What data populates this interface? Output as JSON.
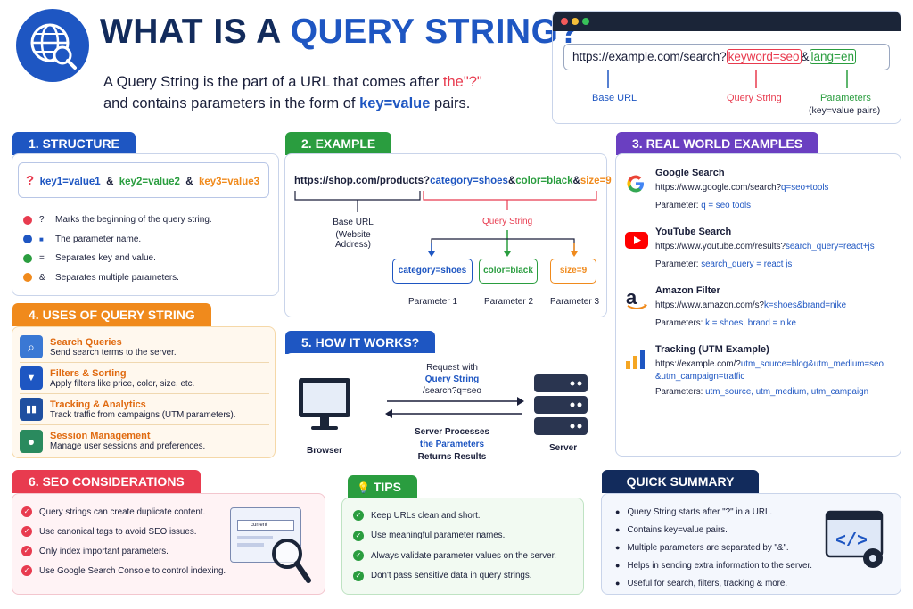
{
  "header": {
    "title_a": "WHAT IS A ",
    "title_b": "QUERY STRING?",
    "desc_1": "A Query String is the part of a URL that comes after ",
    "desc_q": "the\"?\"",
    "desc_2": "and contains parameters in the form of ",
    "desc_kv": "key=value",
    "desc_3": " pairs."
  },
  "browser": {
    "url_base": "https://example.com/search?",
    "url_kw": "keyword=seo",
    "url_amp": "&",
    "url_lang": "lang=en",
    "label_base": "Base URL",
    "label_qs": "Query String",
    "label_params": "Parameters",
    "label_params_sub": "(key=value pairs)"
  },
  "structure": {
    "tab": "1. STRUCTURE",
    "q": "?",
    "kv1": "key1=value1",
    "amp1": "&",
    "kv2": "key2=value2",
    "amp2": "&",
    "kv3": "key3=value3",
    "items": [
      {
        "sym": "?",
        "text": "Marks the beginning of the query string.",
        "color": "#e83b4f"
      },
      {
        "sym": "■",
        "text": "The parameter name.",
        "color": "#1e56c2"
      },
      {
        "sym": "=",
        "text": "Separates key and value.",
        "color": "#2a9d3f"
      },
      {
        "sym": "&",
        "text": "Separates multiple parameters.",
        "color": "#f08a1c"
      }
    ]
  },
  "example": {
    "tab": "2. EXAMPLE",
    "url_base": "https://shop.com/products?",
    "p1": "category=shoes",
    "a1": "&",
    "p2": "color=black",
    "a2": "&",
    "p3": "size=9",
    "base_label": "Base URL",
    "base_sub": "(Website Address)",
    "qs_label": "Query String",
    "box1": "category=shoes",
    "box2": "color=black",
    "box3": "size=9",
    "lab1": "Parameter 1",
    "lab2": "Parameter 2",
    "lab3": "Parameter 3"
  },
  "real": {
    "tab": "3. REAL WORLD EXAMPLES",
    "items": [
      {
        "title": "Google Search",
        "url_a": "https://www.google.com/search?",
        "url_b": "q=seo+tools",
        "url_c": "",
        "param_label": "Parameter: ",
        "param_val": "q = seo tools"
      },
      {
        "title": "YouTube Search",
        "url_a": "https://www.youtube.com/results?",
        "url_b": "search_query=react+js",
        "url_c": "",
        "param_label": "Parameter: ",
        "param_val": "search_query = react js"
      },
      {
        "title": "Amazon Filter",
        "url_a": "https://www.amazon.com/s?",
        "url_b": "k=shoes&brand=nike",
        "url_c": "",
        "param_label": "Parameters: ",
        "param_val": "k = shoes, brand = nike"
      },
      {
        "title": "Tracking (UTM Example)",
        "url_a": "https://example.com/?",
        "url_b": "utm_source=blog&utm_medium=seo",
        "url_c": "&utm_campaign=traffic",
        "param_label": "Parameters: ",
        "param_val": "utm_source, utm_medium, utm_campaign"
      }
    ]
  },
  "uses": {
    "tab": "4. USES OF QUERY STRING",
    "items": [
      {
        "title": "Search Queries",
        "text": "Send search terms to the server.",
        "icon": "search-icon",
        "glyph": "⌕"
      },
      {
        "title": "Filters & Sorting",
        "text": "Apply filters like price, color, size, etc.",
        "icon": "filter-icon",
        "glyph": "▼"
      },
      {
        "title": "Tracking & Analytics",
        "text": "Track traffic from campaigns (UTM parameters).",
        "icon": "analytics-icon",
        "glyph": "▮"
      },
      {
        "title": "Session Management",
        "text": "Manage user sessions and preferences.",
        "icon": "user-icon",
        "glyph": "●"
      }
    ]
  },
  "how": {
    "tab": "5. HOW IT WORKS?",
    "req_1": "Request with",
    "req_2": "Query String",
    "req_3": "/search?q=seo",
    "resp_1": "Server Processes",
    "resp_2": "the Parameters",
    "resp_3": "Returns Results",
    "browser": "Browser",
    "server": "Server"
  },
  "seo": {
    "tab": "6. SEO CONSIDERATIONS",
    "items": [
      "Query strings can create duplicate content.",
      "Use canonical tags to avoid SEO issues.",
      "Only index important parameters.",
      "Use Google Search Console to control indexing."
    ],
    "mock_search": "current"
  },
  "tips": {
    "tab": "TIPS",
    "items": [
      "Keep URLs clean and short.",
      "Use meaningful parameter names.",
      "Always validate parameter values on the server.",
      "Don't pass sensitive data in query strings."
    ]
  },
  "summary": {
    "tab": "QUICK SUMMARY",
    "items": [
      "Query String starts after \"?\" in a URL.",
      "Contains key=value pairs.",
      "Multiple parameters are separated by \"&\".",
      "Helps in sending extra information to the server.",
      "Useful for search, filters, tracking & more."
    ]
  },
  "colors": {
    "navy": "#122b5c",
    "blue": "#1e56c2",
    "red": "#e83b4f",
    "green": "#2a9d3f",
    "orange": "#f08a1c",
    "purple": "#6a3fc1"
  }
}
